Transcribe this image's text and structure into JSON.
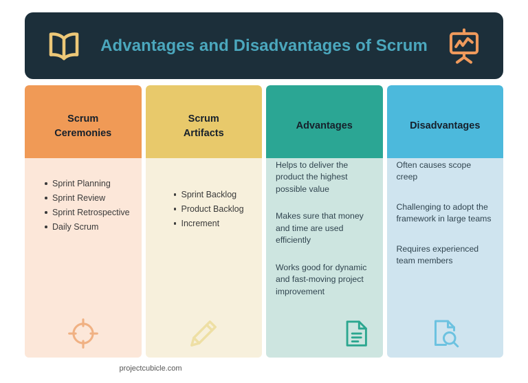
{
  "header": {
    "title": "Advantages and Disadvantages of Scrum",
    "left_icon": "open-book-icon",
    "right_icon": "presentation-chart-icon",
    "background_color": "#1c2f3a",
    "title_color": "#4ba7bd",
    "left_icon_color": "#edc878",
    "right_icon_color": "#ef9a5c"
  },
  "columns": [
    {
      "header_line1": "Scrum",
      "header_line2": "Ceremonies",
      "header_color": "#f09a56",
      "body_color": "#fce7d9",
      "bottom_icon": "target-crosshair-icon",
      "bottom_icon_color": "#f0b183",
      "items": [
        "Sprint Planning",
        "Sprint Review",
        "Sprint Retrospective",
        "Daily Scrum"
      ]
    },
    {
      "header_line1": "Scrum",
      "header_line2": "Artifacts",
      "header_color": "#e8c96b",
      "body_color": "#f7f0dc",
      "bottom_icon": "pencil-icon",
      "bottom_icon_color": "#eedfa4",
      "items": [
        "Sprint Backlog",
        "Product Backlog",
        "Increment"
      ]
    },
    {
      "header_line1": "Advantages",
      "header_line2": "",
      "header_color": "#2ba694",
      "body_color": "#cde5e0",
      "bottom_icon": "document-lines-icon",
      "bottom_icon_color": "#2ba68f",
      "paragraphs": [
        "Helps to deliver the product the highest possible value",
        "Makes sure that money and time are used efficiently",
        "Works good for dynamic and fast-moving project improvement"
      ]
    },
    {
      "header_line1": "Disadvantages",
      "header_line2": "",
      "header_color": "#4cb9dc",
      "body_color": "#cfe4ef",
      "bottom_icon": "document-search-icon",
      "bottom_icon_color": "#6cc2e0",
      "paragraphs": [
        "Often causes scope creep",
        "Challenging to adopt the framework in large teams",
        "Requires experienced team members"
      ]
    }
  ],
  "footer": {
    "text": "projectcubicle.com"
  }
}
